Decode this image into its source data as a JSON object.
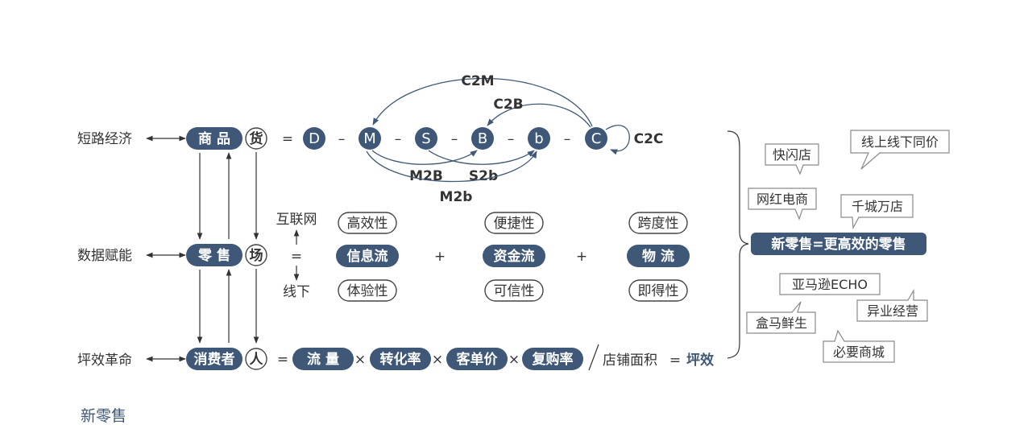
{
  "title": "新零售",
  "left_labels": [
    "短路经济",
    "数据赋能",
    "坪效革命"
  ],
  "core": [
    {
      "pill": "商 品",
      "circle": "货"
    },
    {
      "pill": "零 售",
      "circle": "场"
    },
    {
      "pill": "消费者",
      "circle": "人"
    }
  ],
  "chain": {
    "equals": "=",
    "nodes": [
      "D",
      "M",
      "S",
      "B",
      "b",
      "C"
    ],
    "dash": "–",
    "arc_labels": {
      "c2m": "C2M",
      "c2b": "C2B",
      "c2c": "C2C",
      "m2b": "M2B",
      "s2b": "S2b",
      "m2b_lower": "M2b"
    }
  },
  "middle": {
    "online": "互联网",
    "equals": "=",
    "offline": "线下",
    "plus": "+",
    "groups": [
      {
        "top": "高效性",
        "main": "信息流",
        "bottom": "体验性"
      },
      {
        "top": "便捷性",
        "main": "资金流",
        "bottom": "可信性"
      },
      {
        "top": "跨度性",
        "main": "物 流",
        "bottom": "即得性"
      }
    ]
  },
  "formula": {
    "equals": "=",
    "times": "×",
    "terms": [
      "流 量",
      "转化率",
      "客单价",
      "复购率"
    ],
    "slash": "/",
    "divisor": "店铺面积",
    "equals2": "=",
    "result": "坪效"
  },
  "right": {
    "center": "新零售=更高效的零售",
    "bubbles": [
      "快闪店",
      "线上线下同价",
      "网红电商",
      "千城万店",
      "亚马逊ECHO",
      "异业经营",
      "盒马鲜生",
      "必要商城"
    ]
  },
  "colors": {
    "accent": "#3f5877",
    "text": "#333333"
  }
}
